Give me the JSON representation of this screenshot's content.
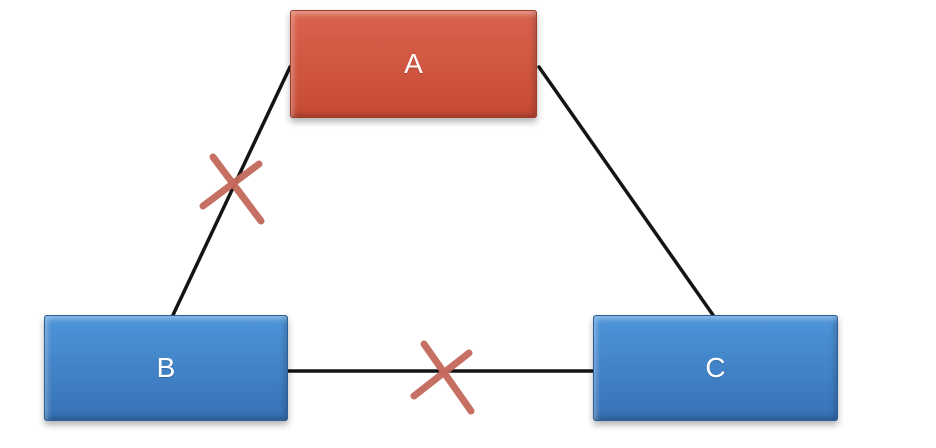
{
  "diagram": {
    "background": "#ffffff",
    "nodes": [
      {
        "id": "A",
        "label": "A",
        "fill_top": "#da6450",
        "fill_bottom": "#c64a33",
        "border": "#a03c2a",
        "text_color": "#ffffff"
      },
      {
        "id": "B",
        "label": "B",
        "fill_top": "#4e95d9",
        "fill_bottom": "#3671b5",
        "border": "#2c5f97",
        "text_color": "#ffffff"
      },
      {
        "id": "C",
        "label": "C",
        "fill_top": "#4e95d9",
        "fill_bottom": "#3671b5",
        "border": "#2c5f97",
        "text_color": "#ffffff"
      }
    ],
    "edges": [
      {
        "id": "a-b",
        "from": "A",
        "to": "B",
        "status": "blocked"
      },
      {
        "id": "a-c",
        "from": "A",
        "to": "C",
        "status": "connected"
      },
      {
        "id": "b-c",
        "from": "B",
        "to": "C",
        "status": "blocked"
      }
    ],
    "colors": {
      "edge": "#141414",
      "cross": "#c4695b"
    }
  }
}
